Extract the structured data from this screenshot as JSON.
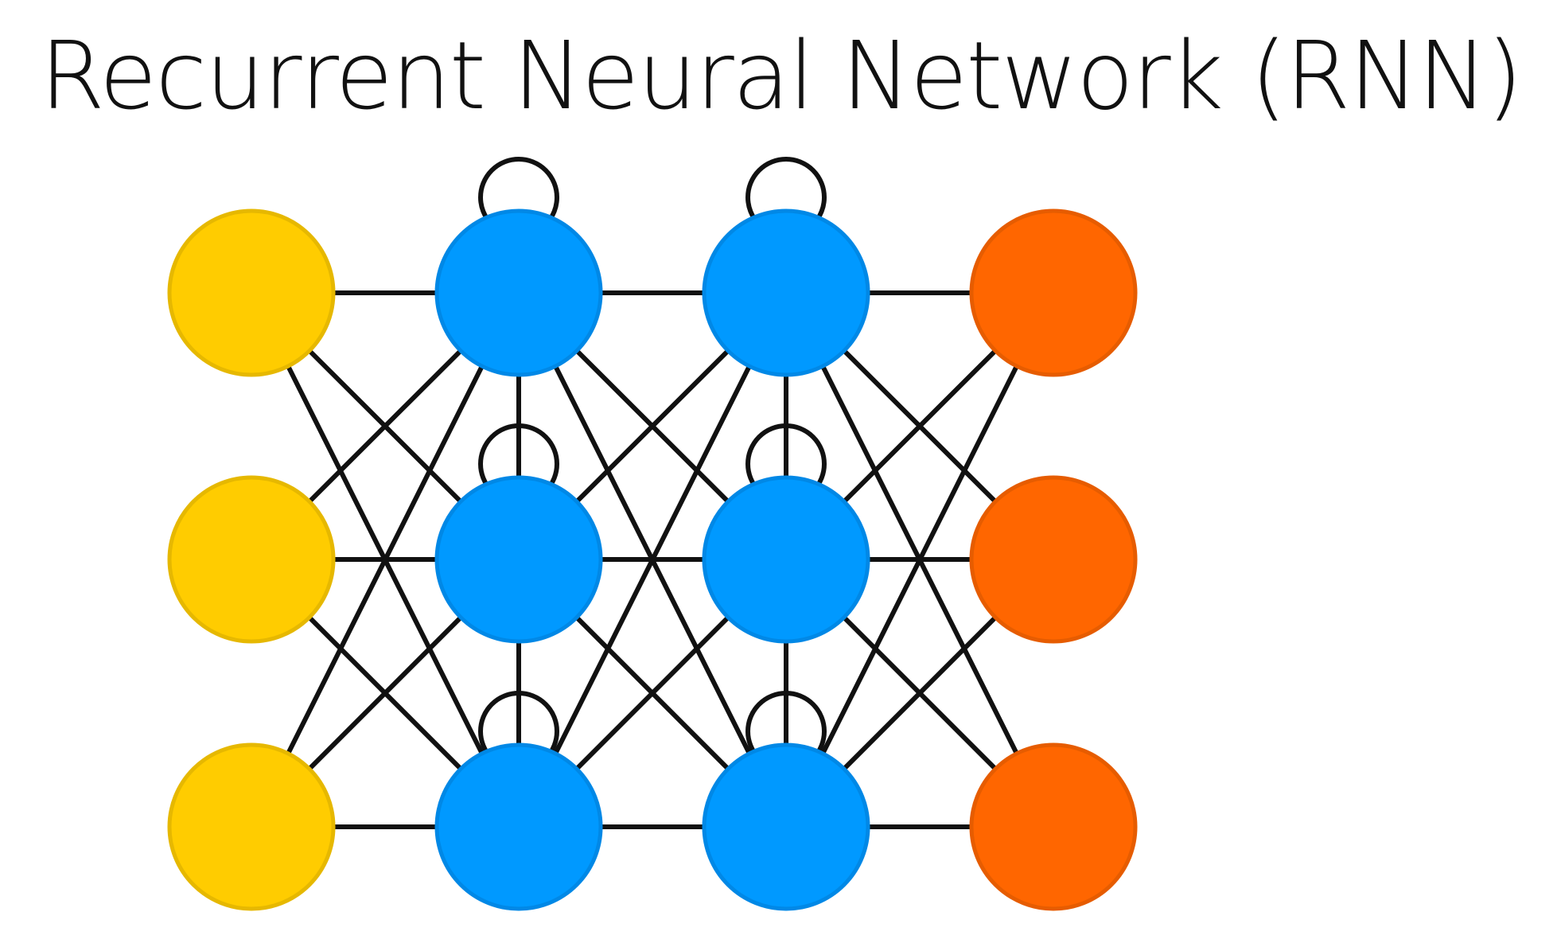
{
  "title": "Recurrent Neural Network (RNN)",
  "colors": {
    "input": "#FFCC00",
    "input_rim": "#E6B800",
    "hidden": "#0099FF",
    "hidden_rim": "#0088E6",
    "output": "#FF6600",
    "output_rim": "#E65C00",
    "edge": "#111111"
  },
  "layers": [
    {
      "kind": "input",
      "count": 3
    },
    {
      "kind": "hidden",
      "count": 3,
      "recurrent": true
    },
    {
      "kind": "hidden",
      "count": 3,
      "recurrent": true
    },
    {
      "kind": "output",
      "count": 3
    }
  ]
}
